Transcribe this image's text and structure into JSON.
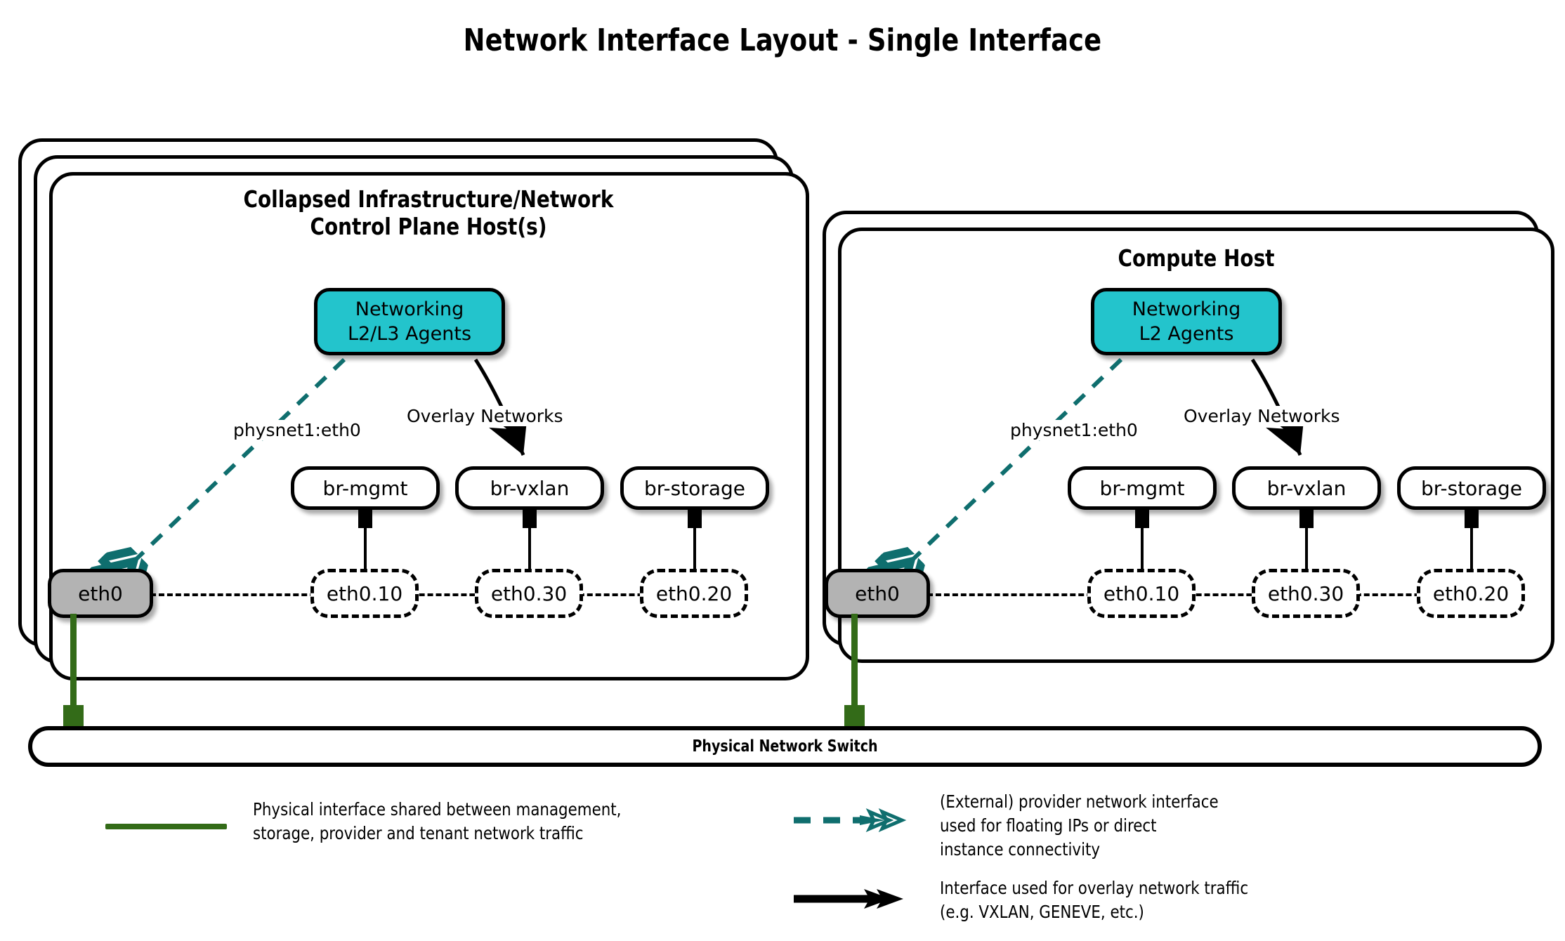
{
  "title": "Network Interface Layout - Single Interface",
  "colors": {
    "agent_fill": "#23c4cc",
    "nic_fill": "#b3b3b3",
    "teal_line": "#0f6e6e",
    "green_line": "#336b18",
    "stroke": "#000000",
    "background": "#ffffff"
  },
  "hosts": [
    {
      "id": "control-plane-host",
      "title": "Collapsed Infrastructure/Network\nControl Plane Host(s)",
      "title_line1": "Collapsed Infrastructure/Network",
      "title_line2": "Control Plane Host(s)",
      "stack_layers": 3,
      "agent": {
        "line1": "Networking",
        "line2": "L2/L3 Agents"
      },
      "provider_label": "physnet1:eth0",
      "overlay_label": "Overlay Networks",
      "nic": "eth0",
      "bridges": [
        "br-mgmt",
        "br-vxlan",
        "br-storage"
      ],
      "vlans": [
        "eth0.10",
        "eth0.30",
        "eth0.20"
      ]
    },
    {
      "id": "compute-host",
      "title": "Compute Host",
      "title_line1": "Compute Host",
      "title_line2": "",
      "stack_layers": 2,
      "agent": {
        "line1": "Networking",
        "line2": "L2 Agents"
      },
      "provider_label": "physnet1:eth0",
      "overlay_label": "Overlay Networks",
      "nic": "eth0",
      "bridges": [
        "br-mgmt",
        "br-vxlan",
        "br-storage"
      ],
      "vlans": [
        "eth0.10",
        "eth0.30",
        "eth0.20"
      ]
    }
  ],
  "switch": {
    "label": "Physical Network Switch"
  },
  "legend": [
    {
      "key": "physical-interface",
      "style": "solid-green-line",
      "text": "Physical interface shared between management,\nstorage, provider and tenant network traffic"
    },
    {
      "key": "provider-interface",
      "style": "dashed-teal-arrow",
      "text": "(External) provider network interface\nused for floating IPs or direct\ninstance connectivity"
    },
    {
      "key": "overlay-interface",
      "style": "solid-black-arrow",
      "text": "Interface used for overlay network traffic\n(e.g. VXLAN, GENEVE, etc.)"
    }
  ]
}
